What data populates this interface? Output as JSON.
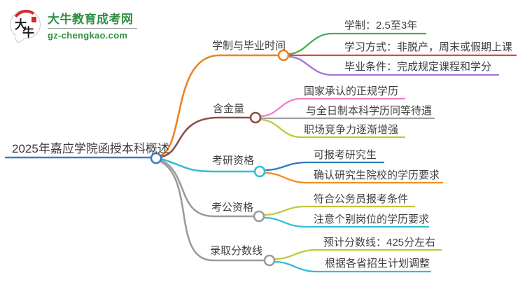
{
  "logo": {
    "badge_char_1": "大",
    "badge_char_2": "牛",
    "site_name": "大牛教育成考网",
    "site_url": "gz-chengkao.com",
    "brand_color": "#2e9043"
  },
  "mindmap": {
    "root": {
      "label": "2025年嘉应学院函授本科概述",
      "color": "#3b7dc4"
    },
    "branches": [
      {
        "label": "学制与毕业时间",
        "color": "#f0821e",
        "children": [
          {
            "label": "学制：2.5至3年",
            "color": "#44b04e"
          },
          {
            "label": "学习方式：非脱产，周末或假期上课",
            "color": "#e34545"
          },
          {
            "label": "毕业条件：完成规定课程和学分",
            "color": "#a374d5"
          }
        ]
      },
      {
        "label": "含金量",
        "color": "#8c4f47",
        "children": [
          {
            "label": "国家承认的正规学历",
            "color": "#f07ec7"
          },
          {
            "label": "与全日制本科学历同等待遇",
            "color": "#9e9ea0"
          },
          {
            "label": "职场竞争力逐渐增强",
            "color": "#bfc937"
          }
        ]
      },
      {
        "label": "考研资格",
        "color": "#35bdd3",
        "children": [
          {
            "label": "可报考研究生",
            "color": "#3079bd"
          },
          {
            "label": "确认研究生院校的学历要求",
            "color": "#f68b1f"
          }
        ]
      },
      {
        "label": "考公资格",
        "color": "#9b9b9b",
        "children": [
          {
            "label": "符合公务员报考条件",
            "color": "#bfc937"
          },
          {
            "label": "注意个别岗位的学历要求",
            "color": "#35bdd3"
          }
        ]
      },
      {
        "label": "录取分数线",
        "color": "#9b9b9b",
        "children": [
          {
            "label": "预计分数线：425分左右",
            "color": "#bfc937"
          },
          {
            "label": "根据各省招生计划调整",
            "color": "#35bdd3"
          }
        ]
      }
    ]
  }
}
